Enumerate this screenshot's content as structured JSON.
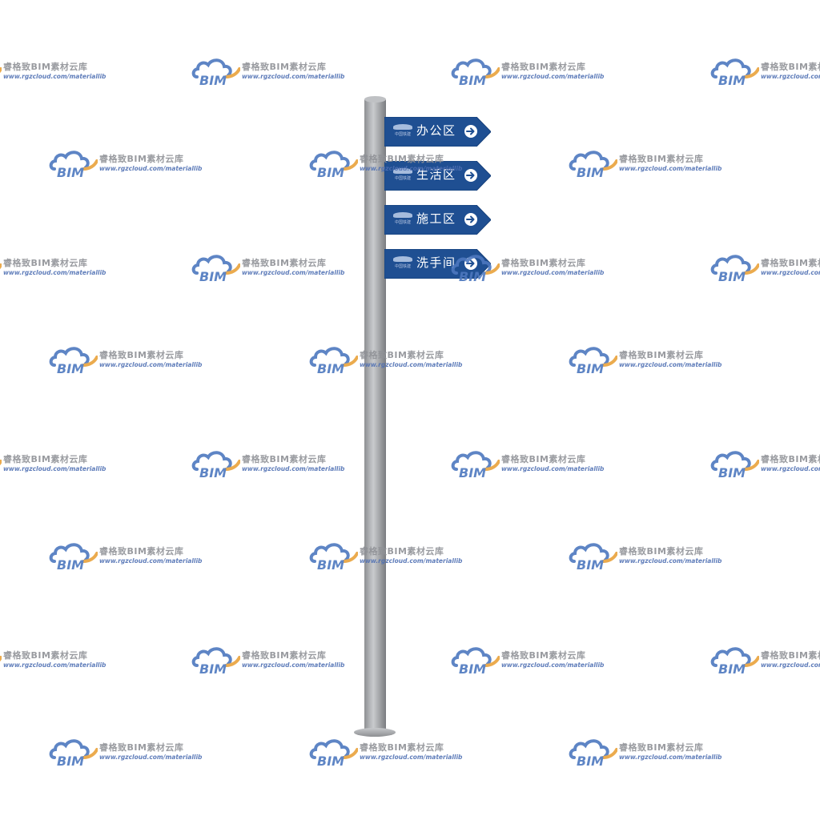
{
  "watermark": {
    "logo_text": "BIM",
    "brand": "睿格致BIM素材云库",
    "url": "www.rgzcloud.com/materiallib",
    "colors": {
      "bim_blue": "#4d78bf",
      "arc_orange": "#e9a23b",
      "brand_gray": "#8f9196",
      "url_blue": "#4e6fb3"
    }
  },
  "signpost": {
    "colors": {
      "sign_blue": "#1f4f92",
      "pole_gray": "#a3a5a8"
    },
    "signs": [
      {
        "label": "办公区",
        "emblem_text": "中国铁建",
        "icon": "arrow-right-circle-icon"
      },
      {
        "label": "生活区",
        "emblem_text": "中国铁建",
        "icon": "arrow-right-circle-icon"
      },
      {
        "label": "施工区",
        "emblem_text": "中国铁建",
        "icon": "arrow-right-circle-icon"
      },
      {
        "label": "洗手间",
        "emblem_text": "中国铁建",
        "icon": "arrow-right-circle-icon"
      }
    ]
  }
}
